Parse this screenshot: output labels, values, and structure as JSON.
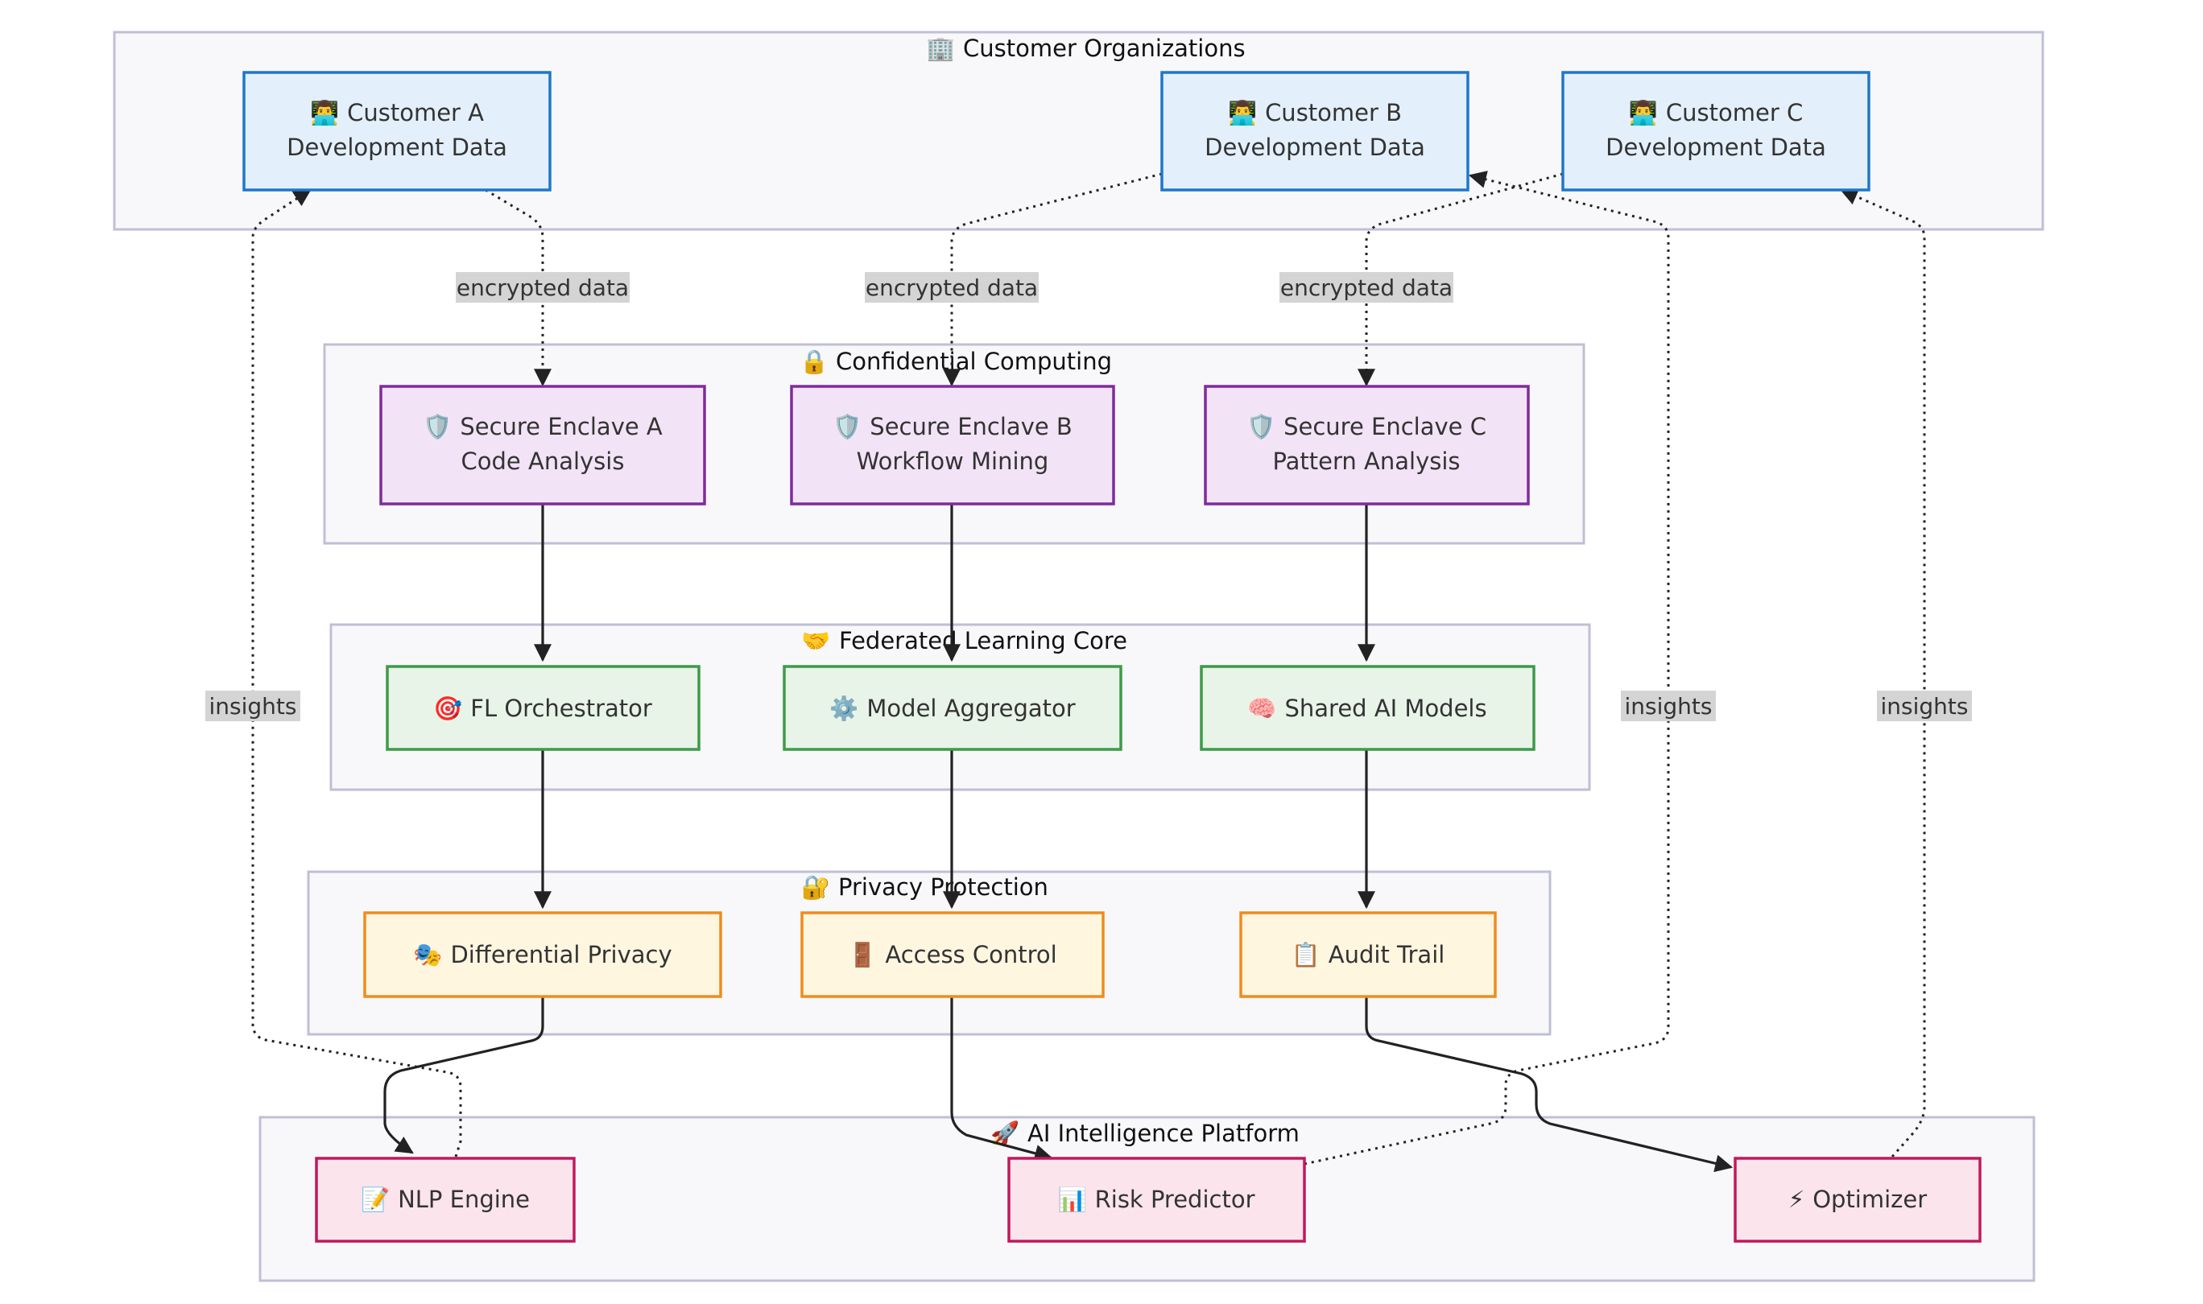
{
  "clusters": {
    "customer_orgs": {
      "icon": "🏢",
      "title": "Customer Organizations"
    },
    "confidential": {
      "icon": "🔒",
      "title": "Confidential Computing"
    },
    "federated": {
      "icon": "🤝",
      "title": "Federated Learning Core"
    },
    "privacy": {
      "icon": "🔐",
      "title": "Privacy Protection"
    },
    "platform": {
      "icon": "🚀",
      "title": "AI Intelligence Platform"
    }
  },
  "nodes": {
    "customer_a": {
      "icon": "👨‍💻",
      "line1": "Customer A",
      "line2": "Development Data"
    },
    "customer_b": {
      "icon": "👨‍💻",
      "line1": "Customer B",
      "line2": "Development Data"
    },
    "customer_c": {
      "icon": "👨‍💻",
      "line1": "Customer C",
      "line2": "Development Data"
    },
    "enclave_a": {
      "icon": "🛡️",
      "line1": "Secure Enclave A",
      "line2": "Code Analysis"
    },
    "enclave_b": {
      "icon": "🛡️",
      "line1": "Secure Enclave B",
      "line2": "Workflow Mining"
    },
    "enclave_c": {
      "icon": "🛡️",
      "line1": "Secure Enclave C",
      "line2": "Pattern Analysis"
    },
    "fl_orchestrator": {
      "icon": "🎯",
      "label": "FL Orchestrator"
    },
    "model_aggregator": {
      "icon": "⚙️",
      "label": "Model Aggregator"
    },
    "shared_models": {
      "icon": "🧠",
      "label": "Shared AI Models"
    },
    "diff_privacy": {
      "icon": "🎭",
      "label": "Differential Privacy"
    },
    "access_control": {
      "icon": "🚪",
      "label": "Access Control"
    },
    "audit_trail": {
      "icon": "📋",
      "label": "Audit Trail"
    },
    "nlp_engine": {
      "icon": "📝",
      "label": "NLP Engine"
    },
    "risk_predictor": {
      "icon": "📊",
      "label": "Risk Predictor"
    },
    "optimizer": {
      "icon": "⚡",
      "label": "Optimizer"
    }
  },
  "edge_labels": {
    "encrypted": "encrypted data",
    "insights": "insights"
  }
}
